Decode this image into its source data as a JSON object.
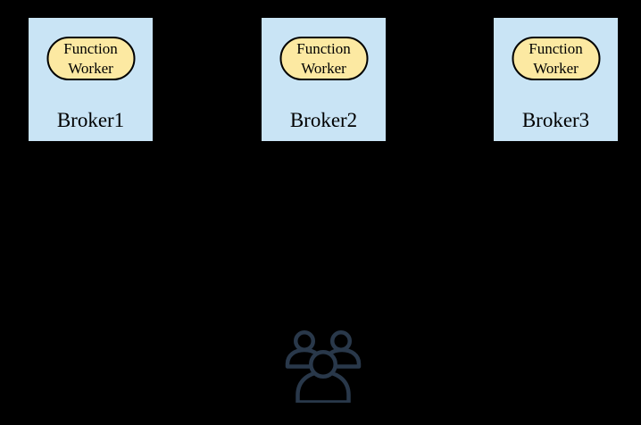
{
  "canvas": {
    "background": "#000000"
  },
  "colors": {
    "broker_fill": "#c9e4f5",
    "worker_fill": "#fce9a2",
    "worker_border": "#000000",
    "text": "#000000",
    "users_icon_stroke": "#29384a"
  },
  "brokers": [
    {
      "label": "Broker1",
      "worker_label": "Function Worker"
    },
    {
      "label": "Broker2",
      "worker_label": "Function Worker"
    },
    {
      "label": "Broker3",
      "worker_label": "Function Worker"
    }
  ],
  "icons": {
    "users": "users-icon"
  }
}
